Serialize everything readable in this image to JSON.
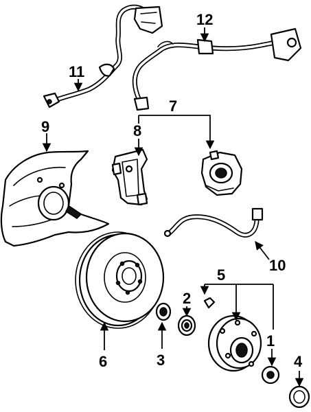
{
  "diagram": {
    "callouts": {
      "c1": "1",
      "c2": "2",
      "c3": "3",
      "c4": "4",
      "c5": "5",
      "c6": "6",
      "c7": "7",
      "c8": "8",
      "c9": "9",
      "c10": "10",
      "c11": "11",
      "c12": "12"
    },
    "colors": {
      "line": "#000000",
      "background": "#ffffff"
    }
  }
}
